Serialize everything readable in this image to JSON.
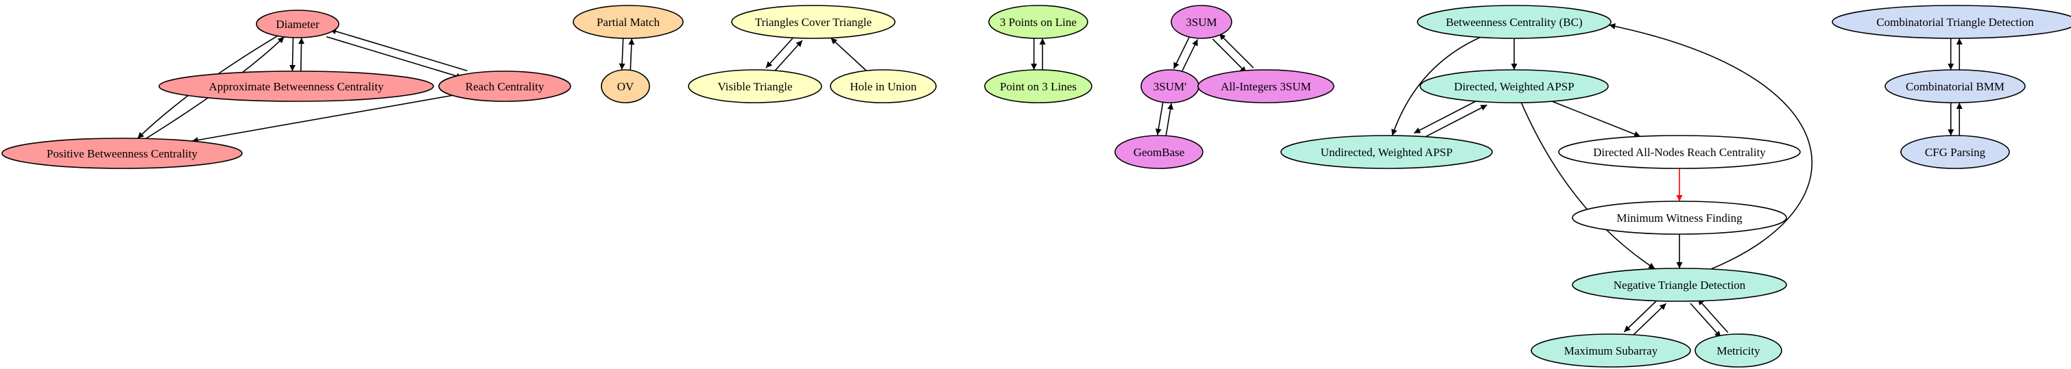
{
  "diagram": {
    "colors": {
      "red": "#ff9a9a",
      "orange": "#ffd6a0",
      "yellow": "#ffffc2",
      "green": "#ccfa9e",
      "magenta": "#ed8ee9",
      "teal": "#b8f1e2",
      "white": "#ffffff",
      "blue": "#cfdcf5",
      "red_edge": "#ff0000"
    },
    "nodes": [
      {
        "id": "diameter",
        "label": "Diameter",
        "group": "red"
      },
      {
        "id": "approx_bc",
        "label": "Approximate Betweenness Centrality",
        "group": "red"
      },
      {
        "id": "reach_centrality",
        "label": "Reach Centrality",
        "group": "red"
      },
      {
        "id": "positive_bc",
        "label": "Positive Betweenness Centrality",
        "group": "red"
      },
      {
        "id": "partial_match",
        "label": "Partial Match",
        "group": "orange"
      },
      {
        "id": "ov",
        "label": "OV",
        "group": "orange"
      },
      {
        "id": "triangles_cover",
        "label": "Triangles Cover Triangle",
        "group": "yellow"
      },
      {
        "id": "visible_triangle",
        "label": "Visible Triangle",
        "group": "yellow"
      },
      {
        "id": "hole_in_union",
        "label": "Hole in Union",
        "group": "yellow"
      },
      {
        "id": "points_on_line",
        "label": "3 Points on Line",
        "group": "green"
      },
      {
        "id": "point_on_lines",
        "label": "Point on 3 Lines",
        "group": "green"
      },
      {
        "id": "threesum",
        "label": "3SUM",
        "group": "magenta"
      },
      {
        "id": "threesum_prime",
        "label": "3SUM'",
        "group": "magenta"
      },
      {
        "id": "all_integers",
        "label": "All-Integers 3SUM",
        "group": "magenta"
      },
      {
        "id": "geombase",
        "label": "GeomBase",
        "group": "magenta"
      },
      {
        "id": "bc",
        "label": "Betweenness Centrality (BC)",
        "group": "teal"
      },
      {
        "id": "directed_apsp",
        "label": "Directed, Weighted APSP",
        "group": "teal"
      },
      {
        "id": "undirected_apsp",
        "label": "Undirected, Weighted APSP",
        "group": "teal"
      },
      {
        "id": "directed_reach",
        "label": "Directed All-Nodes Reach Centrality",
        "group": "white"
      },
      {
        "id": "min_witness",
        "label": "Minimum Witness Finding",
        "group": "white"
      },
      {
        "id": "neg_triangle",
        "label": "Negative Triangle Detection",
        "group": "teal"
      },
      {
        "id": "max_subarray",
        "label": "Maximum Subarray",
        "group": "teal"
      },
      {
        "id": "metricity",
        "label": "Metricity",
        "group": "teal"
      },
      {
        "id": "comb_triangle",
        "label": "Combinatorial Triangle Detection",
        "group": "blue"
      },
      {
        "id": "comb_bmm",
        "label": "Combinatorial BMM",
        "group": "blue"
      },
      {
        "id": "cfg_parsing",
        "label": "CFG Parsing",
        "group": "blue"
      }
    ],
    "edges": [
      {
        "from": "diameter",
        "to": "approx_bc"
      },
      {
        "from": "approx_bc",
        "to": "diameter"
      },
      {
        "from": "diameter",
        "to": "reach_centrality"
      },
      {
        "from": "reach_centrality",
        "to": "diameter"
      },
      {
        "from": "diameter",
        "to": "positive_bc"
      },
      {
        "from": "positive_bc",
        "to": "diameter"
      },
      {
        "from": "reach_centrality",
        "to": "positive_bc"
      },
      {
        "from": "partial_match",
        "to": "ov"
      },
      {
        "from": "ov",
        "to": "partial_match"
      },
      {
        "from": "triangles_cover",
        "to": "visible_triangle"
      },
      {
        "from": "visible_triangle",
        "to": "triangles_cover"
      },
      {
        "from": "hole_in_union",
        "to": "triangles_cover"
      },
      {
        "from": "points_on_line",
        "to": "point_on_lines"
      },
      {
        "from": "point_on_lines",
        "to": "points_on_line"
      },
      {
        "from": "threesum",
        "to": "threesum_prime"
      },
      {
        "from": "threesum_prime",
        "to": "threesum"
      },
      {
        "from": "threesum",
        "to": "all_integers"
      },
      {
        "from": "all_integers",
        "to": "threesum"
      },
      {
        "from": "threesum_prime",
        "to": "geombase"
      },
      {
        "from": "geombase",
        "to": "threesum_prime"
      },
      {
        "from": "bc",
        "to": "directed_apsp"
      },
      {
        "from": "bc",
        "to": "undirected_apsp"
      },
      {
        "from": "directed_apsp",
        "to": "undirected_apsp"
      },
      {
        "from": "undirected_apsp",
        "to": "directed_apsp"
      },
      {
        "from": "directed_apsp",
        "to": "directed_reach"
      },
      {
        "from": "directed_apsp",
        "to": "neg_triangle"
      },
      {
        "from": "directed_reach",
        "to": "min_witness",
        "color": "red"
      },
      {
        "from": "min_witness",
        "to": "neg_triangle"
      },
      {
        "from": "neg_triangle",
        "to": "bc"
      },
      {
        "from": "neg_triangle",
        "to": "max_subarray"
      },
      {
        "from": "max_subarray",
        "to": "neg_triangle"
      },
      {
        "from": "neg_triangle",
        "to": "metricity"
      },
      {
        "from": "metricity",
        "to": "neg_triangle"
      },
      {
        "from": "comb_triangle",
        "to": "comb_bmm"
      },
      {
        "from": "comb_bmm",
        "to": "comb_triangle"
      },
      {
        "from": "comb_bmm",
        "to": "cfg_parsing"
      },
      {
        "from": "cfg_parsing",
        "to": "comb_bmm"
      }
    ]
  }
}
